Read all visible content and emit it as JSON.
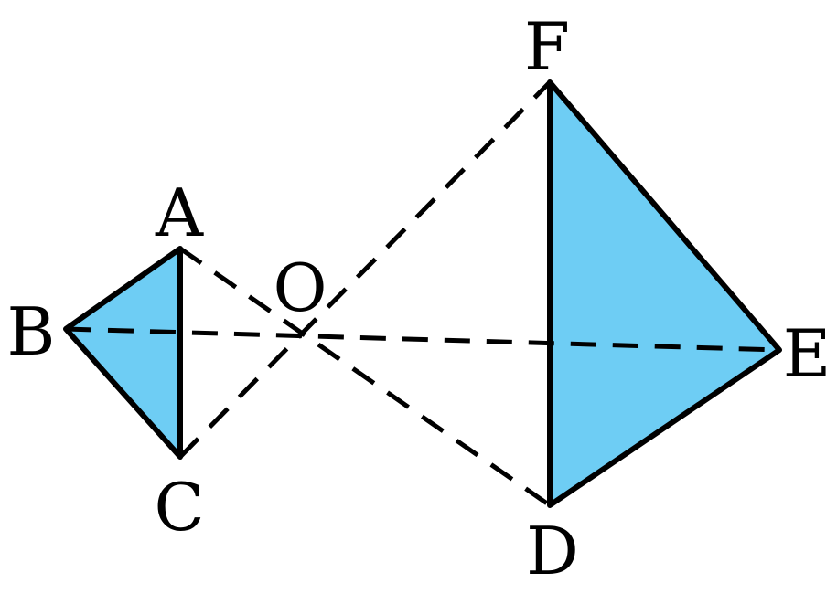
{
  "colors": {
    "fill": "#6ecdf4",
    "stroke": "#000000",
    "background": "#ffffff"
  },
  "labels": {
    "A": "A",
    "B": "B",
    "C": "C",
    "D": "D",
    "E": "E",
    "F": "F",
    "O": "O"
  },
  "triangles": [
    {
      "name": "ABC",
      "vertices": [
        "A",
        "B",
        "C"
      ]
    },
    {
      "name": "DEF",
      "vertices": [
        "D",
        "E",
        "F"
      ]
    }
  ],
  "dashed_segments": [
    [
      "A",
      "D"
    ],
    [
      "B",
      "E"
    ],
    [
      "C",
      "F"
    ]
  ],
  "center": "O"
}
